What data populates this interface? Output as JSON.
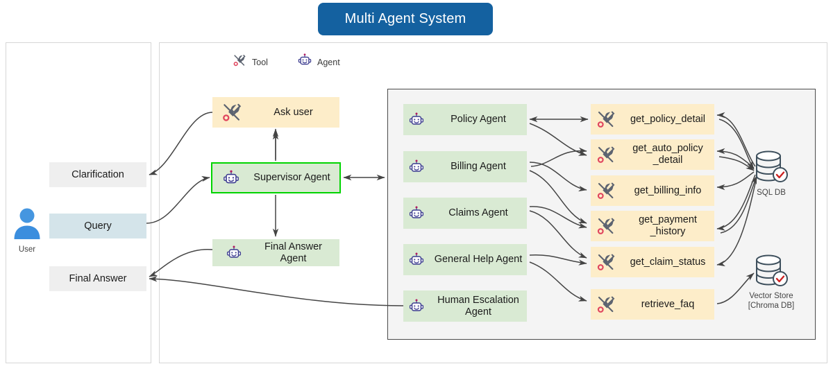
{
  "title": {
    "text": "Multi Agent System",
    "color": "#1461a0"
  },
  "legend": [
    {
      "icon": "tool-icon",
      "label": "Tool"
    },
    {
      "icon": "agent-icon",
      "label": "Agent"
    }
  ],
  "user_panel": {
    "avatar_label": "User",
    "boxes": [
      {
        "name": "clarification",
        "label": "Clarification",
        "style": "gray"
      },
      {
        "name": "query",
        "label": "Query",
        "style": "blue-gray"
      },
      {
        "name": "final-answer",
        "label": "Final Answer",
        "style": "gray"
      }
    ]
  },
  "supervisor_column": {
    "ask_user": {
      "label": "Ask user",
      "icon": "tool-icon",
      "style": "cream"
    },
    "supervisor": {
      "label": "Supervisor Agent",
      "icon": "agent-icon",
      "style": "green-highlight"
    },
    "final_answer": {
      "label": "Final Answer Agent",
      "icon": "agent-icon",
      "style": "green"
    }
  },
  "agents": [
    {
      "name": "policy-agent",
      "label": "Policy Agent"
    },
    {
      "name": "billing-agent",
      "label": "Billing Agent"
    },
    {
      "name": "claims-agent",
      "label": "Claims Agent"
    },
    {
      "name": "general-help-agent",
      "label": "General Help Agent"
    },
    {
      "name": "human-escalation-agent",
      "label": "Human Escalation\nAgent"
    }
  ],
  "tools": [
    {
      "name": "get-policy-detail",
      "label": "get_policy_detail"
    },
    {
      "name": "get-auto-policy-detail",
      "label": "get_auto_policy\n_detail"
    },
    {
      "name": "get-billing-info",
      "label": "get_billing_info"
    },
    {
      "name": "get-payment-history",
      "label": "get_payment\n_history"
    },
    {
      "name": "get-claim-status",
      "label": "get_claim_status"
    },
    {
      "name": "retrieve-faq",
      "label": "retrieve_faq"
    }
  ],
  "datastores": [
    {
      "name": "sql-db",
      "label": "SQL DB"
    },
    {
      "name": "vector-store",
      "label": "Vector Store\n[Chroma DB]"
    }
  ],
  "colors": {
    "title_bg": "#1461a0",
    "tool_box": "#fdedc9",
    "agent_box": "#d9ead3",
    "highlight_border": "#00d400",
    "query_box": "#d4e4ea",
    "gray_box": "#efefef",
    "inner_panel": "#f4f4f4",
    "edge": "#444444",
    "db": "#3d4f5c",
    "db_check": "#cc2222"
  }
}
